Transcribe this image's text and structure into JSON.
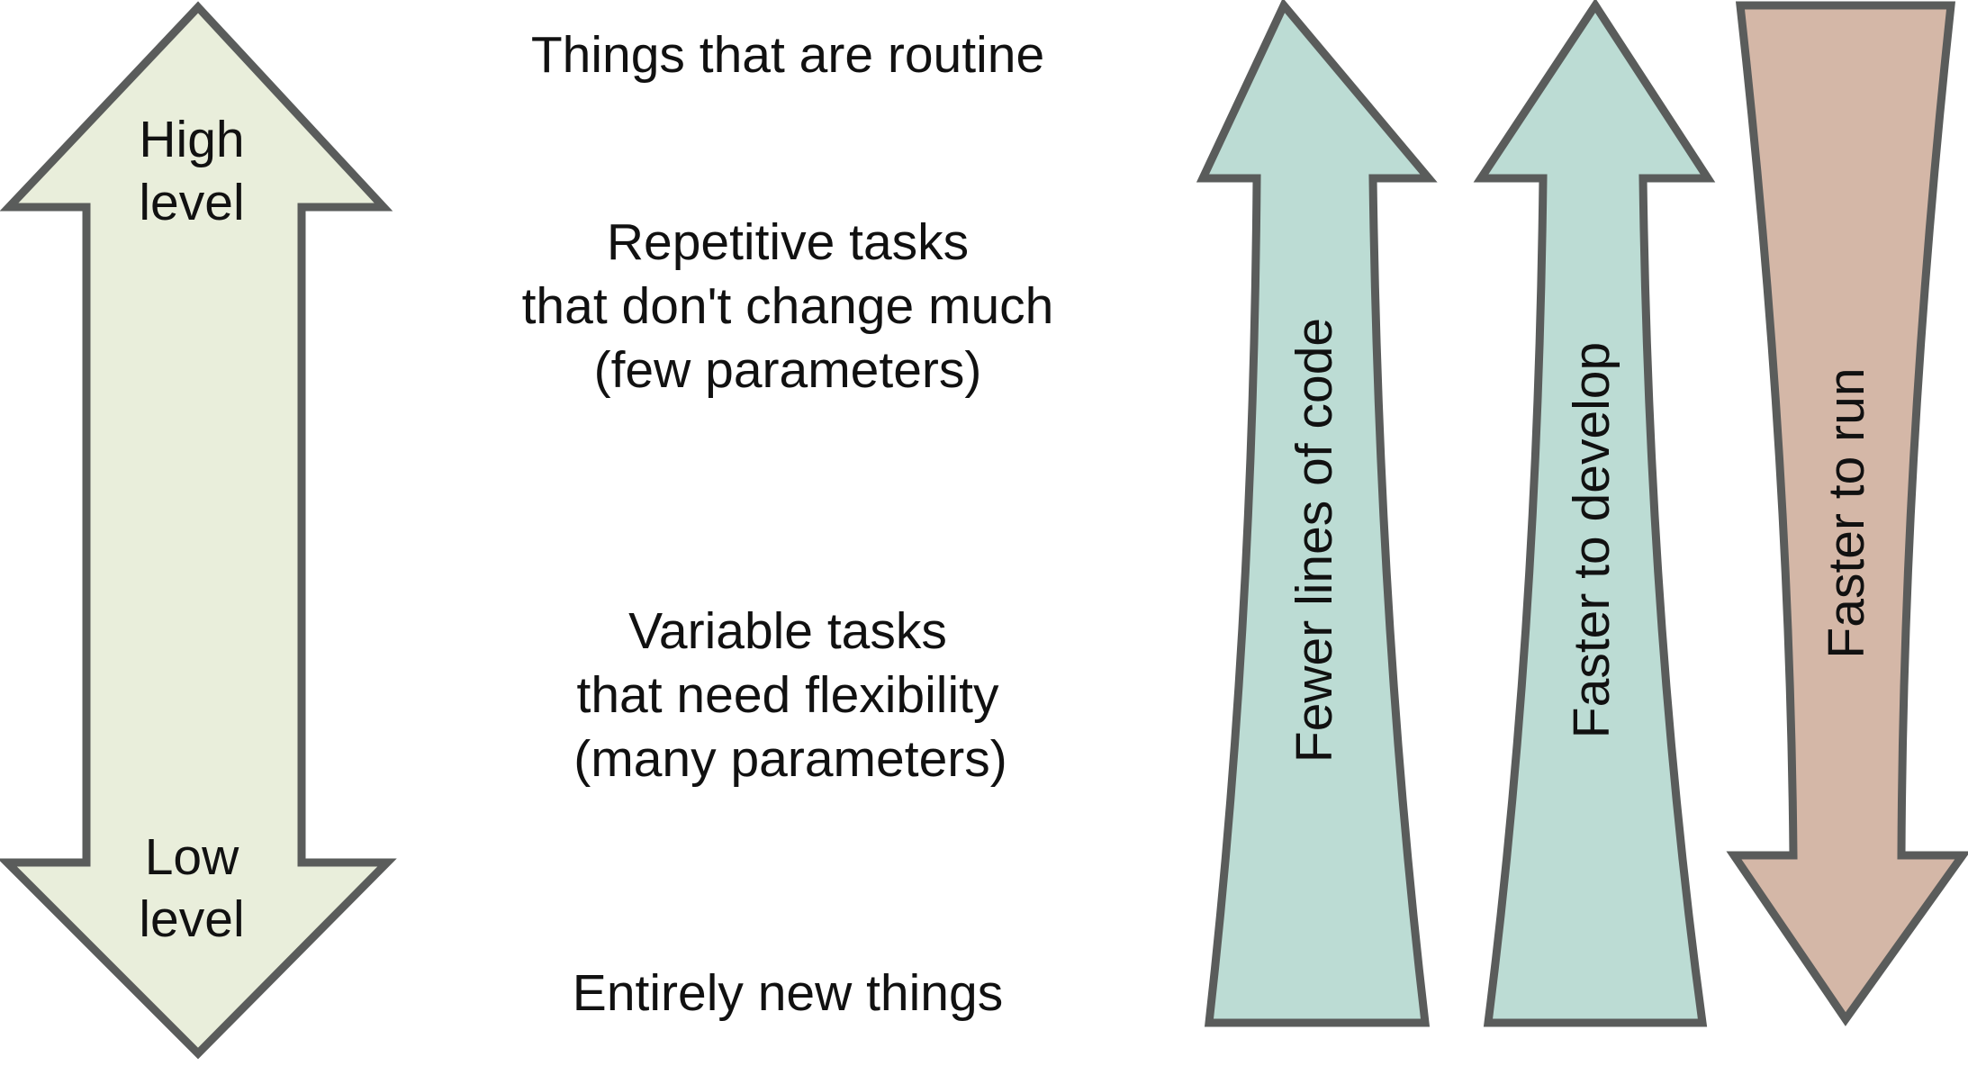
{
  "colors": {
    "level_arrow_fill": "#e9eedb",
    "up_arrow_fill": "#bcdcd4",
    "down_arrow_fill": "#d4b7a7",
    "outline": "#5a5c5b"
  },
  "level_arrow": {
    "top_label_line1": "High",
    "top_label_line2": "level",
    "bottom_label_line1": "Low",
    "bottom_label_line2": "level"
  },
  "spectrum": {
    "routine": "Things that are routine",
    "repetitive_line1": "Repetitive tasks",
    "repetitive_line2": "that don't change much",
    "repetitive_line3": "(few parameters)",
    "variable_line1": "Variable tasks",
    "variable_line2": "that need flexibility",
    "variable_line3": "(many parameters)",
    "new": "Entirely new things"
  },
  "metric_arrows": {
    "fewer_lines": "Fewer lines of code",
    "faster_develop": "Faster to develop",
    "faster_run": "Faster to run"
  }
}
